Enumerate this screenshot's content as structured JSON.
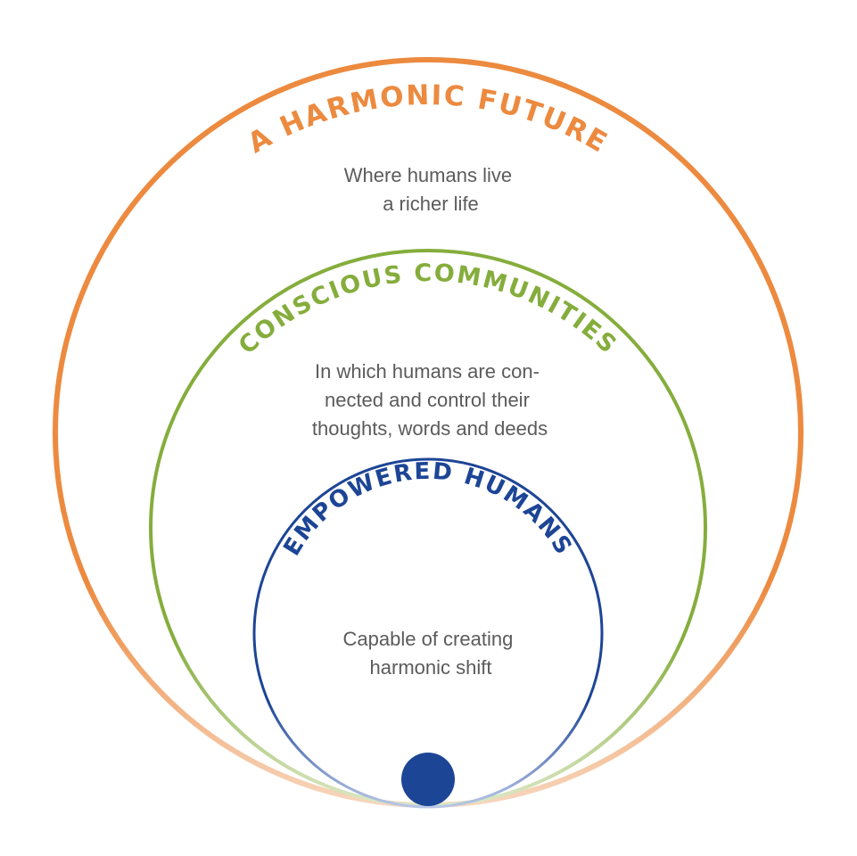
{
  "circles": [
    {
      "id": "outer",
      "title": "A HARMONIC FUTURE",
      "description_lines": [
        "Where humans live",
        "a richer life"
      ],
      "color": "#ec8a3f",
      "fade_color": "#f7d6bd"
    },
    {
      "id": "middle",
      "title": "CONSCIOUS COMMUNITIES",
      "description_lines": [
        "In which humans are con-",
        "nected and control their",
        "thoughts, words and deeds"
      ],
      "color": "#85ad3c",
      "fade_color": "#dbe8c5"
    },
    {
      "id": "inner",
      "title": "EMPOWERED HUMANS",
      "description_lines": [
        "Capable of creating",
        "harmonic shift"
      ],
      "color": "#1d4596",
      "fade_color": "#b8c7e6"
    }
  ],
  "center_dot": {
    "color": "#1d4596"
  }
}
